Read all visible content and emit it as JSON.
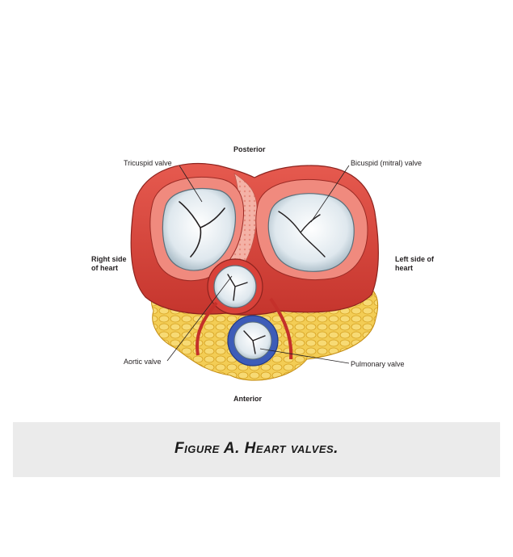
{
  "diagram": {
    "labels": {
      "posterior": "Posterior",
      "anterior": "Anterior",
      "tricuspid": "Tricuspid valve",
      "bicuspid": "Bicuspid (mitral) valve",
      "right_side": "Right side of heart",
      "left_side": "Left side of heart",
      "aortic": "Aortic valve",
      "pulmonary": "Pulmonary valve"
    },
    "colors": {
      "muscle": "#d9423a",
      "muscle_dark": "#a82a24",
      "muscle_light": "#f08a7e",
      "fat": "#f2c94c",
      "fat_outline": "#d9a21e",
      "valve_fill": "#e6eef2",
      "pulmonary_ring": "#3d5cb8",
      "outline": "#231f20"
    }
  },
  "caption": {
    "text": "Figure A. Heart valves."
  }
}
